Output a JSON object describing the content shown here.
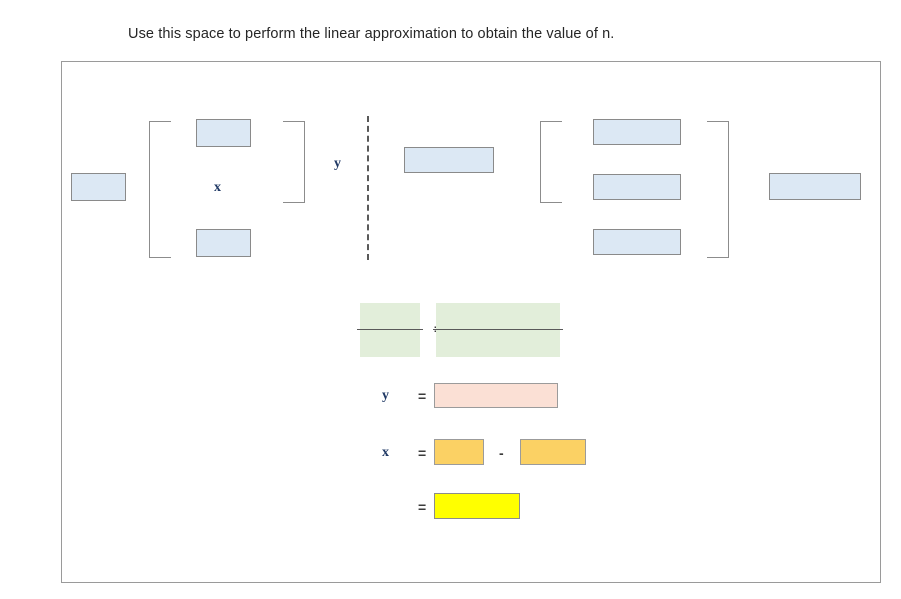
{
  "document": {
    "prompt": "Use this space to perform the linear approximation to obtain the value of n."
  },
  "colors": {
    "field_blue": "#dce8f4",
    "field_pink": "#fbe0d5",
    "field_orange": "#fbd164",
    "field_yellow": "#ffff00",
    "fraction_green": "#e2eeda",
    "border_gray": "#8c8c8c",
    "frame_gray": "#9a9a9a",
    "label_navy": "#1f3864",
    "text_body": "#262626"
  },
  "top_row": {
    "left_result_field": {
      "value": ""
    },
    "left_matrix": {
      "label": "x",
      "top_field": {
        "value": ""
      },
      "bottom_field": {
        "value": ""
      }
    },
    "divider": {
      "label": "y",
      "style": "dashed"
    },
    "middle_field": {
      "value": ""
    },
    "right_matrix": {
      "field_1": {
        "value": ""
      },
      "field_2": {
        "value": ""
      },
      "field_3": {
        "value": ""
      }
    },
    "right_result_field": {
      "value": ""
    }
  },
  "equations": {
    "fraction_row": {
      "equals": "=",
      "left_numerator": {
        "value": ""
      },
      "left_denominator": {
        "value": ""
      },
      "right_numerator": {
        "value": ""
      },
      "right_denominator": {
        "value": ""
      }
    },
    "y_row": {
      "label": "y",
      "equals": "=",
      "field": {
        "value": ""
      }
    },
    "x_row": {
      "label": "x",
      "equals": "=",
      "field_minuend": {
        "value": ""
      },
      "operator": "-",
      "field_subtrahend": {
        "value": ""
      }
    },
    "result_row": {
      "equals": "=",
      "field": {
        "value": ""
      }
    }
  }
}
